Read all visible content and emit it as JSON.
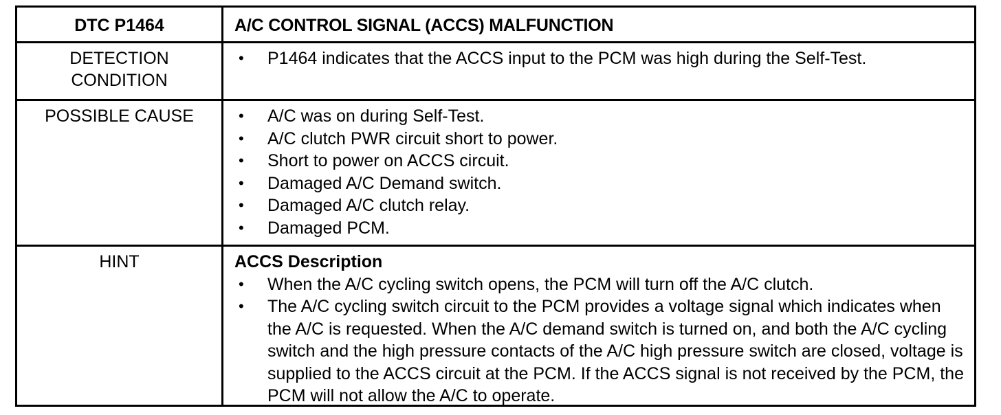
{
  "header": {
    "code": "DTC P1464",
    "title": "A/C CONTROL SIGNAL (ACCS) MALFUNCTION"
  },
  "detection": {
    "label_line1": "DETECTION",
    "label_line2": "CONDITION",
    "items": [
      "P1464 indicates that the ACCS input to the PCM was high during the Self-Test."
    ]
  },
  "possible_cause": {
    "label": "POSSIBLE CAUSE",
    "items": [
      "A/C was on during Self-Test.",
      "A/C clutch PWR circuit short to power.",
      "Short to power on ACCS circuit.",
      "Damaged A/C Demand switch.",
      "Damaged A/C clutch relay.",
      "Damaged PCM."
    ]
  },
  "hint": {
    "label": "HINT",
    "subtitle": "ACCS Description",
    "items": [
      "When the A/C cycling switch opens, the PCM will turn off the A/C clutch.",
      "The A/C cycling switch circuit to the PCM provides a voltage signal which indicates when the A/C is requested. When the A/C demand switch is turned on, and both the A/C cycling switch and the high pressure contacts of the A/C high pressure switch are closed, voltage is supplied to the ACCS circuit at the PCM. If the ACCS signal is not received by the PCM, the PCM will not allow the A/C to operate."
    ]
  },
  "bullet_glyph": "•"
}
